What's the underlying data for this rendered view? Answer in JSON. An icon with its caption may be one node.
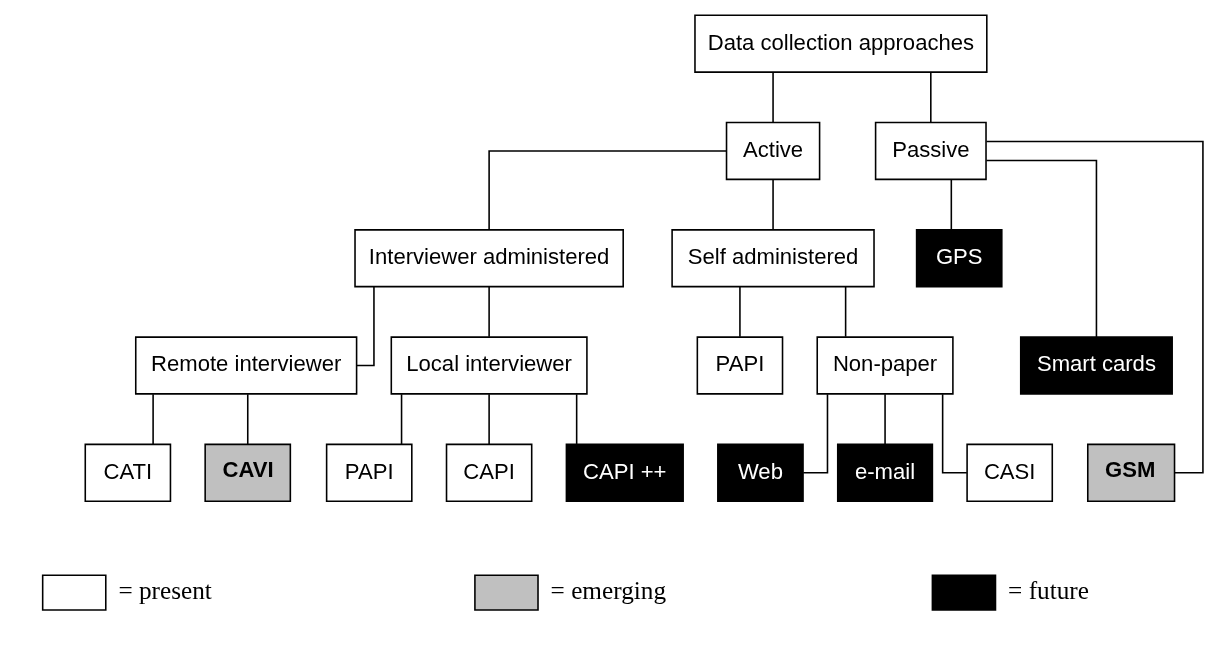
{
  "diagram": {
    "nodes": [
      {
        "text": [
          "Data collection approaches"
        ]
      },
      {
        "text": [
          "Active"
        ]
      },
      {
        "text": [
          "Passive"
        ]
      },
      {
        "text": [
          "Interviewer administered"
        ]
      },
      {
        "text": [
          "Self administered"
        ]
      },
      {
        "text": [
          "Remote interviewer"
        ]
      },
      {
        "text": [
          "Local interviewer"
        ]
      },
      {
        "text": [
          "PAPI"
        ]
      },
      {
        "text": [
          "Non-paper"
        ]
      },
      {
        "text": [
          "CATI"
        ]
      },
      {
        "text": [
          "CAVI"
        ]
      },
      {
        "text": [
          "PAPI"
        ]
      },
      {
        "text": [
          "CAPI"
        ]
      },
      {
        "text": [
          "CAPI ++"
        ]
      },
      {
        "text": [
          "Web"
        ]
      },
      {
        "text": [
          "e-mail"
        ]
      },
      {
        "text": [
          "CASI"
        ]
      },
      {
        "text": [
          "GPS"
        ]
      },
      {
        "text": [
          "Smart cards"
        ]
      },
      {
        "text": [
          "GSM"
        ]
      }
    ],
    "edges": [
      {
        "from": 0,
        "to": 1,
        "arrow": "none"
      },
      {
        "from": 0,
        "to": 2,
        "arrow": "none"
      },
      {
        "from": 1,
        "to": 3,
        "arrow": "none"
      },
      {
        "from": 1,
        "to": 4,
        "arrow": "none"
      },
      {
        "from": 3,
        "to": 5,
        "arrow": "none"
      },
      {
        "from": 3,
        "to": 6,
        "arrow": "none"
      },
      {
        "from": 4,
        "to": 7,
        "arrow": "none"
      },
      {
        "from": 4,
        "to": 8,
        "arrow": "none"
      },
      {
        "from": 5,
        "to": 9,
        "arrow": "none"
      },
      {
        "from": 5,
        "to": 10,
        "arrow": "none"
      },
      {
        "from": 6,
        "to": 11,
        "arrow": "none"
      },
      {
        "from": 6,
        "to": 12,
        "arrow": "none"
      },
      {
        "from": 6,
        "to": 13,
        "arrow": "none"
      },
      {
        "from": 8,
        "to": 14,
        "arrow": "none"
      },
      {
        "from": 8,
        "to": 15,
        "arrow": "none"
      },
      {
        "from": 8,
        "to": 16,
        "arrow": "none"
      },
      {
        "from": 2,
        "to": 17,
        "arrow": "none"
      },
      {
        "from": 2,
        "to": 18,
        "arrow": "none"
      },
      {
        "from": 2,
        "to": 19,
        "arrow": "none"
      }
    ],
    "legend": [
      {
        "text": "= present",
        "color": "#ffffff"
      },
      {
        "text": "= emerging",
        "color": "#c0c0c0"
      },
      {
        "text": "= future",
        "color": "#000000"
      }
    ]
  }
}
